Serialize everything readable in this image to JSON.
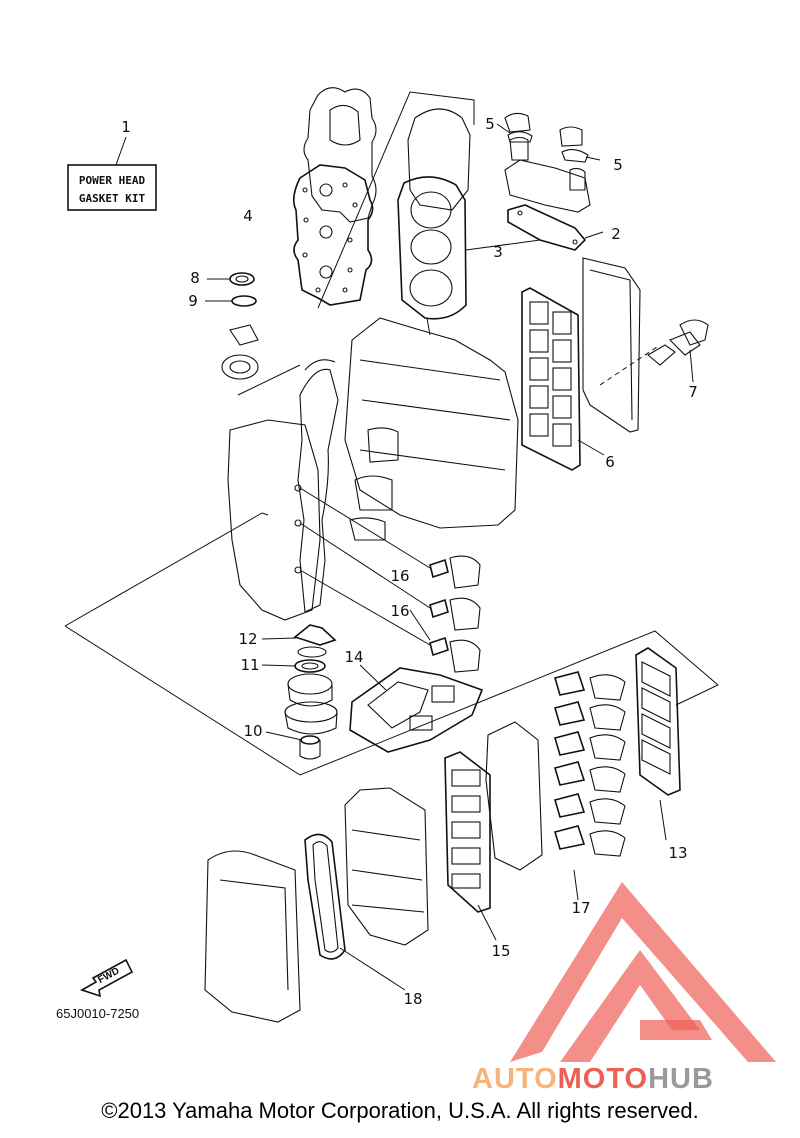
{
  "kit_label_line1": "POWER HEAD",
  "kit_label_line2": "GASKET KIT",
  "callouts": {
    "c1": "1",
    "c2": "2",
    "c3": "3",
    "c4": "4",
    "c5a": "5",
    "c5b": "5",
    "c6": "6",
    "c7": "7",
    "c8": "8",
    "c9": "9",
    "c10": "10",
    "c11": "11",
    "c12": "12",
    "c13": "13",
    "c14": "14",
    "c15": "15",
    "c16a": "16",
    "c16b": "16",
    "c17": "17",
    "c18": "18"
  },
  "fwd_label": "FWD",
  "diagram_code": "65J0010-7250",
  "watermark": {
    "part1": "AUTO",
    "part2": "MOTO",
    "part3": "HUB",
    "color_light": "#f7b47a",
    "color_red": "#ee6055",
    "color_gray": "#9a9a9a"
  },
  "copyright": "©2013 Yamaha Motor Corporation, U.S.A. All rights reserved."
}
